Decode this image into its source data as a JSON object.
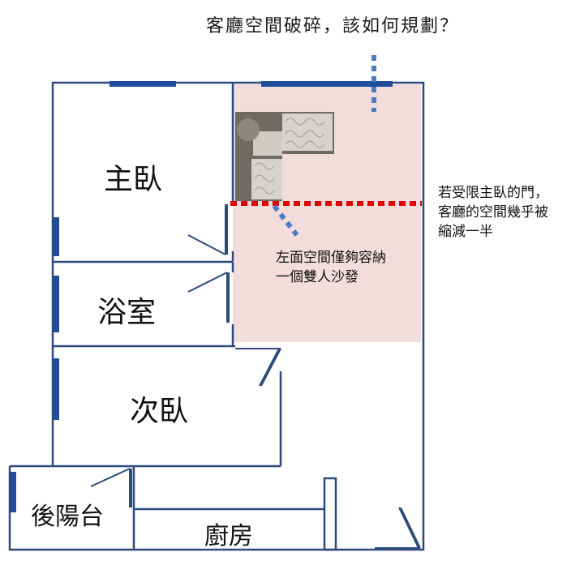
{
  "title": "客廳空間破碎，該如何規劃？",
  "rooms": {
    "master_bedroom": "主臥",
    "bathroom": "浴室",
    "second_bedroom": "次臥",
    "rear_balcony": "後陽台",
    "kitchen": "廚房"
  },
  "notes": {
    "door_limit": "若受限主臥的門，\n客廳的空間幾乎被\n縮減一半",
    "sofa_space": "左面空間僅夠容納\n一個雙人沙發"
  },
  "colors": {
    "wall": "#2d4a7a",
    "window": "#1f4e9c",
    "living_fill": "#f3dcdc",
    "red_line": "#e00000",
    "blue_dots": "#4a7cc4"
  }
}
